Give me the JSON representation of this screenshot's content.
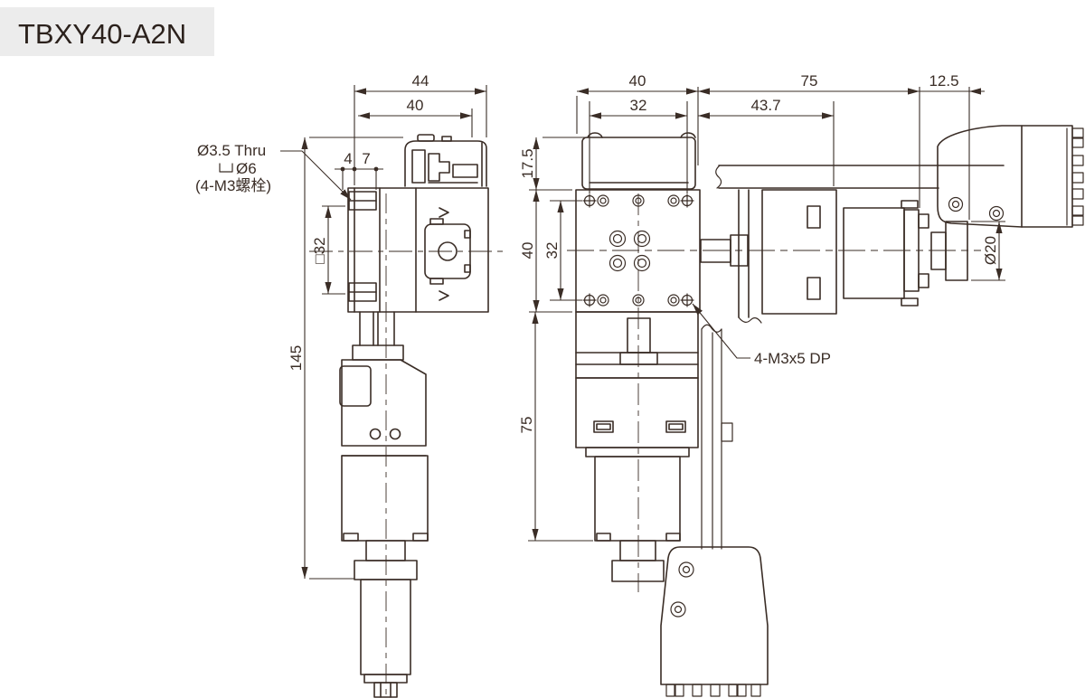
{
  "title": "TBXY40-A2N",
  "colors": {
    "line": "#3a2d26",
    "title_bg": "#ececec",
    "background": "#ffffff"
  },
  "views": {
    "side": {
      "dims": {
        "base_width": "44",
        "table_width": "40",
        "hole_offset_a": "4",
        "hole_offset_b": "7",
        "table_square": "□32",
        "total_height": "145"
      },
      "hole_note": {
        "line1": "Ø3.5 Thru",
        "cbore": "Ø6",
        "line3": "(4-M3螺栓)"
      }
    },
    "front": {
      "dims": {
        "stage_width": "40",
        "motor_length": "75",
        "knob_offset": "12.5",
        "hole_pitch_x": "32",
        "motor_offset": "43.7",
        "top_height": "17.5",
        "stage_height": "40",
        "hole_pitch_y": "32",
        "lower_height": "75",
        "knob_dia": "Ø20"
      },
      "tap_note": "4-M3x5 DP"
    }
  }
}
